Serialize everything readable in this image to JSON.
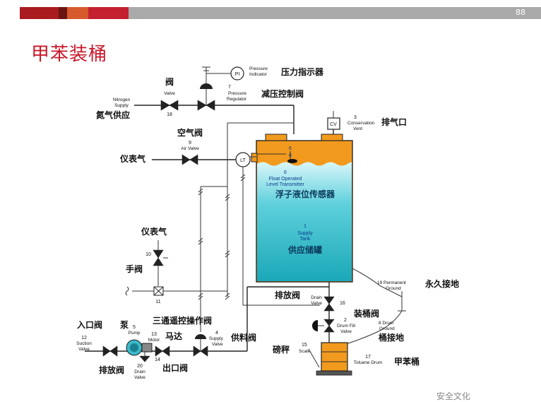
{
  "page_number": "88",
  "title": "甲苯装桶",
  "colors": {
    "accent": "#c8182a",
    "tank_orange": "#f29a1d",
    "tank_liquid": "#5fd0dc",
    "topbar": "#aaaaaa"
  },
  "labels": {
    "valve_cn": "阀",
    "valve_en": "Valve",
    "valve_num": "18",
    "nitrogen_en1": "Nitrogen",
    "nitrogen_en2": "Supply",
    "nitrogen_cn": "氮气供应",
    "pi_symbol": "PI",
    "pi_en1": "Pressure",
    "pi_en2": "Indicator",
    "pi_cn": "压力指示器",
    "reg_num": "7",
    "reg_en1": "Pressure",
    "reg_en2": "Regulator",
    "reg_cn": "减压控制阀",
    "vent_num": "3",
    "vent_en1": "Conservation",
    "vent_en2": "Vent",
    "vent_cn": "排气口",
    "cv_symbol": "CV",
    "air_cn": "空气阀",
    "air_num": "9",
    "air_en": "Air Valve",
    "instair_cn1": "仪表气",
    "lt_symbol": "LT",
    "t6_num": "6",
    "t6_num2": "6",
    "float_en1": "Float Operated",
    "float_en2": "Level Transmitter",
    "float_cn": "浮子液位传感器",
    "tank_num": "1",
    "tank_en1": "Supply",
    "tank_en2": "Tank",
    "tank_cn": "供应储罐",
    "instair_cn2": "仪表气",
    "hand_num": "10",
    "hand_cn": "手阀",
    "v11_num": "11",
    "drain_cn": "排放阀",
    "drain_en1": "Drain",
    "drain_en2": "Valve",
    "drain_num": "16",
    "fill_cn": "装桶阀",
    "fill_num": "2",
    "fill_en1": "Drum Fill",
    "fill_en2": "Valve",
    "ground19_en1": "19 Permanent",
    "ground19_en2": "Ground",
    "ground19_cn": "永久接地",
    "ground8_en1": "8 Drum",
    "ground8_en2": "Ground",
    "ground8_cn": "桶接地",
    "three_way_cn": "三通遥控操作阀",
    "inlet_cn": "入口阀",
    "pump_cn": "泵",
    "pump_num": "5",
    "pump_en": "Pump",
    "motor_num": "13",
    "motor_en": "Motor",
    "motor_cn": "马达",
    "supply_num": "4",
    "supply_en1": "Supply",
    "supply_en2": "Valve",
    "supply_cn": "供料阀",
    "suction_num": "12",
    "suction_en1": "Suction",
    "suction_en2": "Valve",
    "v14_num": "14",
    "scale_cn": "磅秤",
    "scale_num": "15",
    "scale_en": "Scale",
    "drum_num": "17",
    "drum_en": "Toluene Drum",
    "drum_cn": "甲苯桶",
    "drain20_cn": "排放阀",
    "drain20_num": "20",
    "drain20_en1": "Drain",
    "drain20_en2": "Valve",
    "outlet_cn": "出口阀"
  },
  "watermark": "安全文化"
}
